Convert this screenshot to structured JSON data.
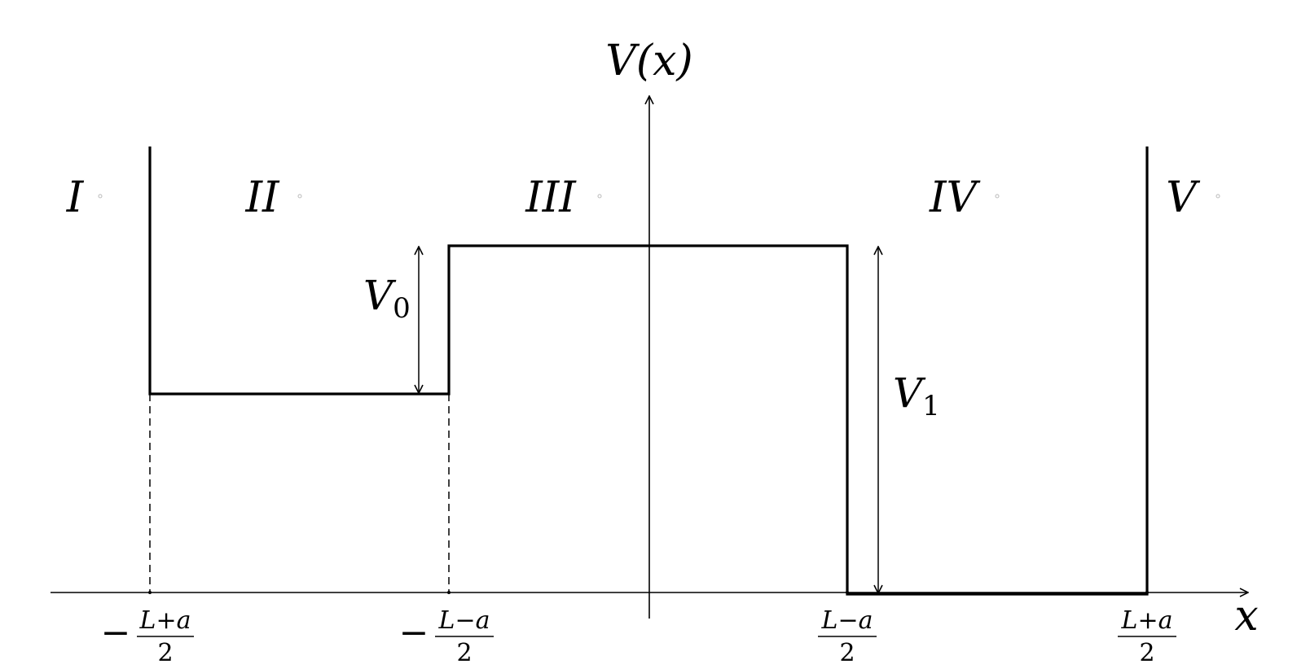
{
  "diagram": {
    "y_axis_label": "V(x)",
    "x_axis_label": "x",
    "regions": [
      {
        "id": "I",
        "label": "I"
      },
      {
        "id": "II",
        "label": "II"
      },
      {
        "id": "III",
        "label": "III"
      },
      {
        "id": "IV",
        "label": "IV"
      },
      {
        "id": "V",
        "label": "V"
      }
    ],
    "potentials": {
      "V0": {
        "symbol": "V",
        "subscript": "0"
      },
      "V1": {
        "symbol": "V",
        "subscript": "1"
      }
    },
    "ticks": [
      {
        "id": "neg-l-plus-a",
        "sign": "−",
        "numerator": "L+a",
        "denominator": "2"
      },
      {
        "id": "neg-l-minus-a",
        "sign": "−",
        "numerator": "L−a",
        "denominator": "2"
      },
      {
        "id": "l-minus-a",
        "sign": "",
        "numerator": "L−a",
        "denominator": "2"
      },
      {
        "id": "l-plus-a",
        "sign": "",
        "numerator": "L+a",
        "denominator": "2"
      }
    ]
  }
}
